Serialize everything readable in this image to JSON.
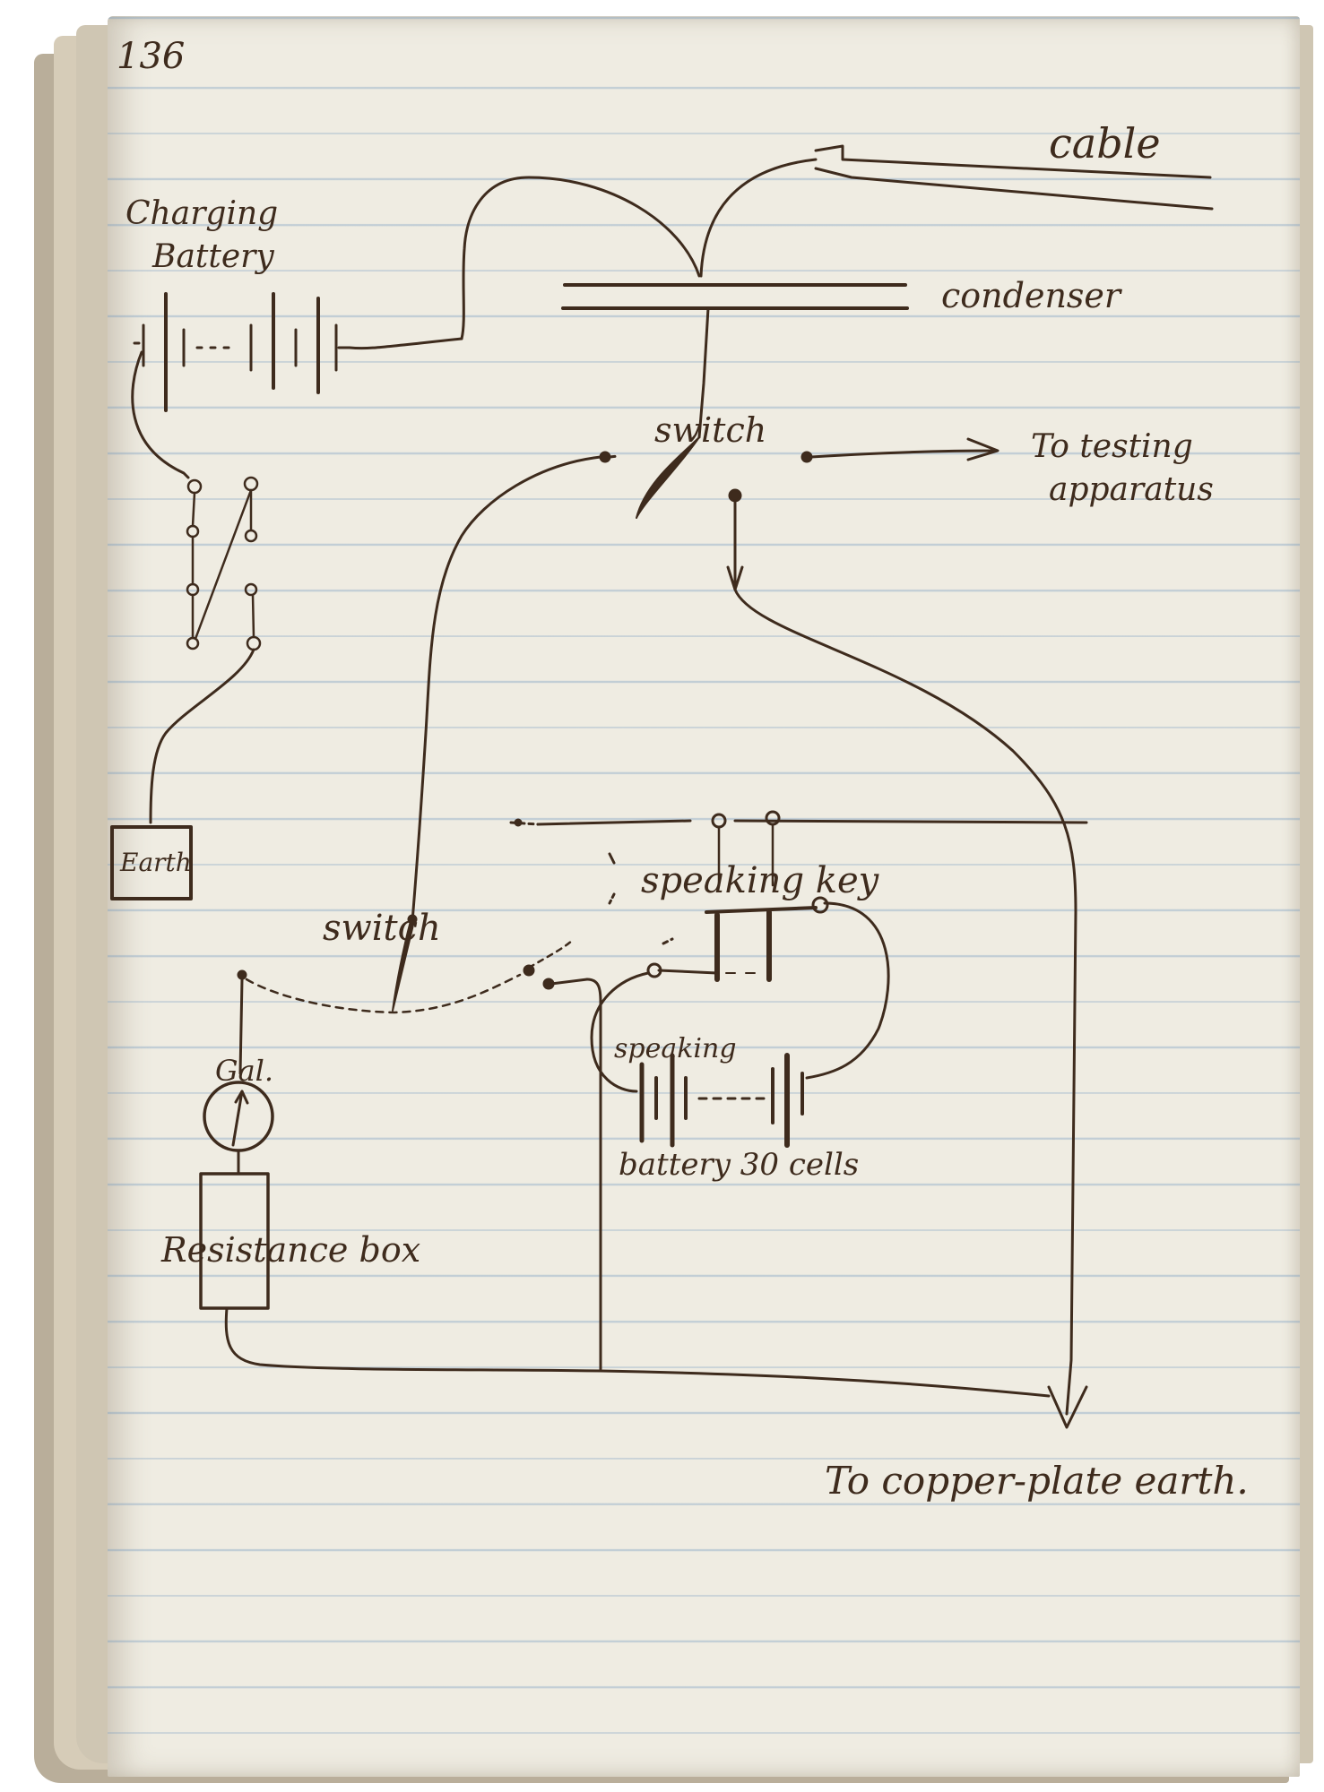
{
  "notebook": {
    "page_number": "136"
  },
  "labels": {
    "cable": "cable",
    "condenser": "condenser",
    "charging_battery_line1": "Charging",
    "charging_battery_line2": "Battery",
    "switch_top": "switch",
    "to_testing_line1": "To testing",
    "to_testing_line2": "apparatus",
    "earth": "Earth",
    "switch_lower": "switch",
    "speaking_key": "speaking key",
    "speaking": "speaking",
    "battery_cells": "battery 30 cells",
    "galvanometer": "Gal.",
    "resistance_box": "Resistance box",
    "to_copper_plate": "To copper-plate earth."
  },
  "colors": {
    "ink": "#3e2b1d",
    "paper": "#efece2",
    "rule_line": "#8fb0cf",
    "page_edge": "#b9ae9a"
  }
}
